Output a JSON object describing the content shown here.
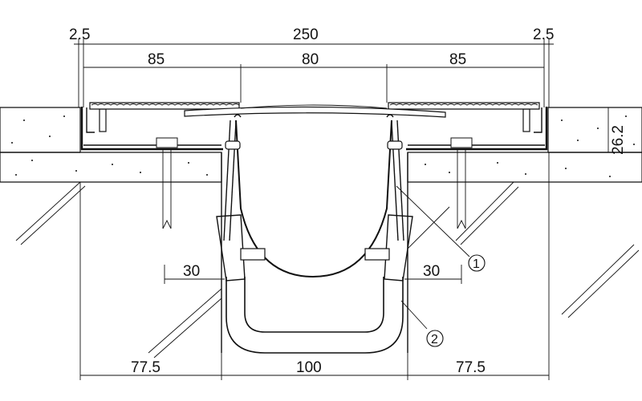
{
  "dimensions": {
    "top_left_gap": "2.5",
    "top_overall": "250",
    "top_right_gap": "2.5",
    "plate_left": "85",
    "plate_middle": "80",
    "plate_right": "85",
    "height_right": "26.2",
    "clamp_left": "30",
    "clamp_right": "30",
    "bottom_left": "77.5",
    "bottom_middle": "100",
    "bottom_right": "77.5"
  },
  "callouts": [
    {
      "number": "1"
    },
    {
      "number": "2"
    }
  ]
}
